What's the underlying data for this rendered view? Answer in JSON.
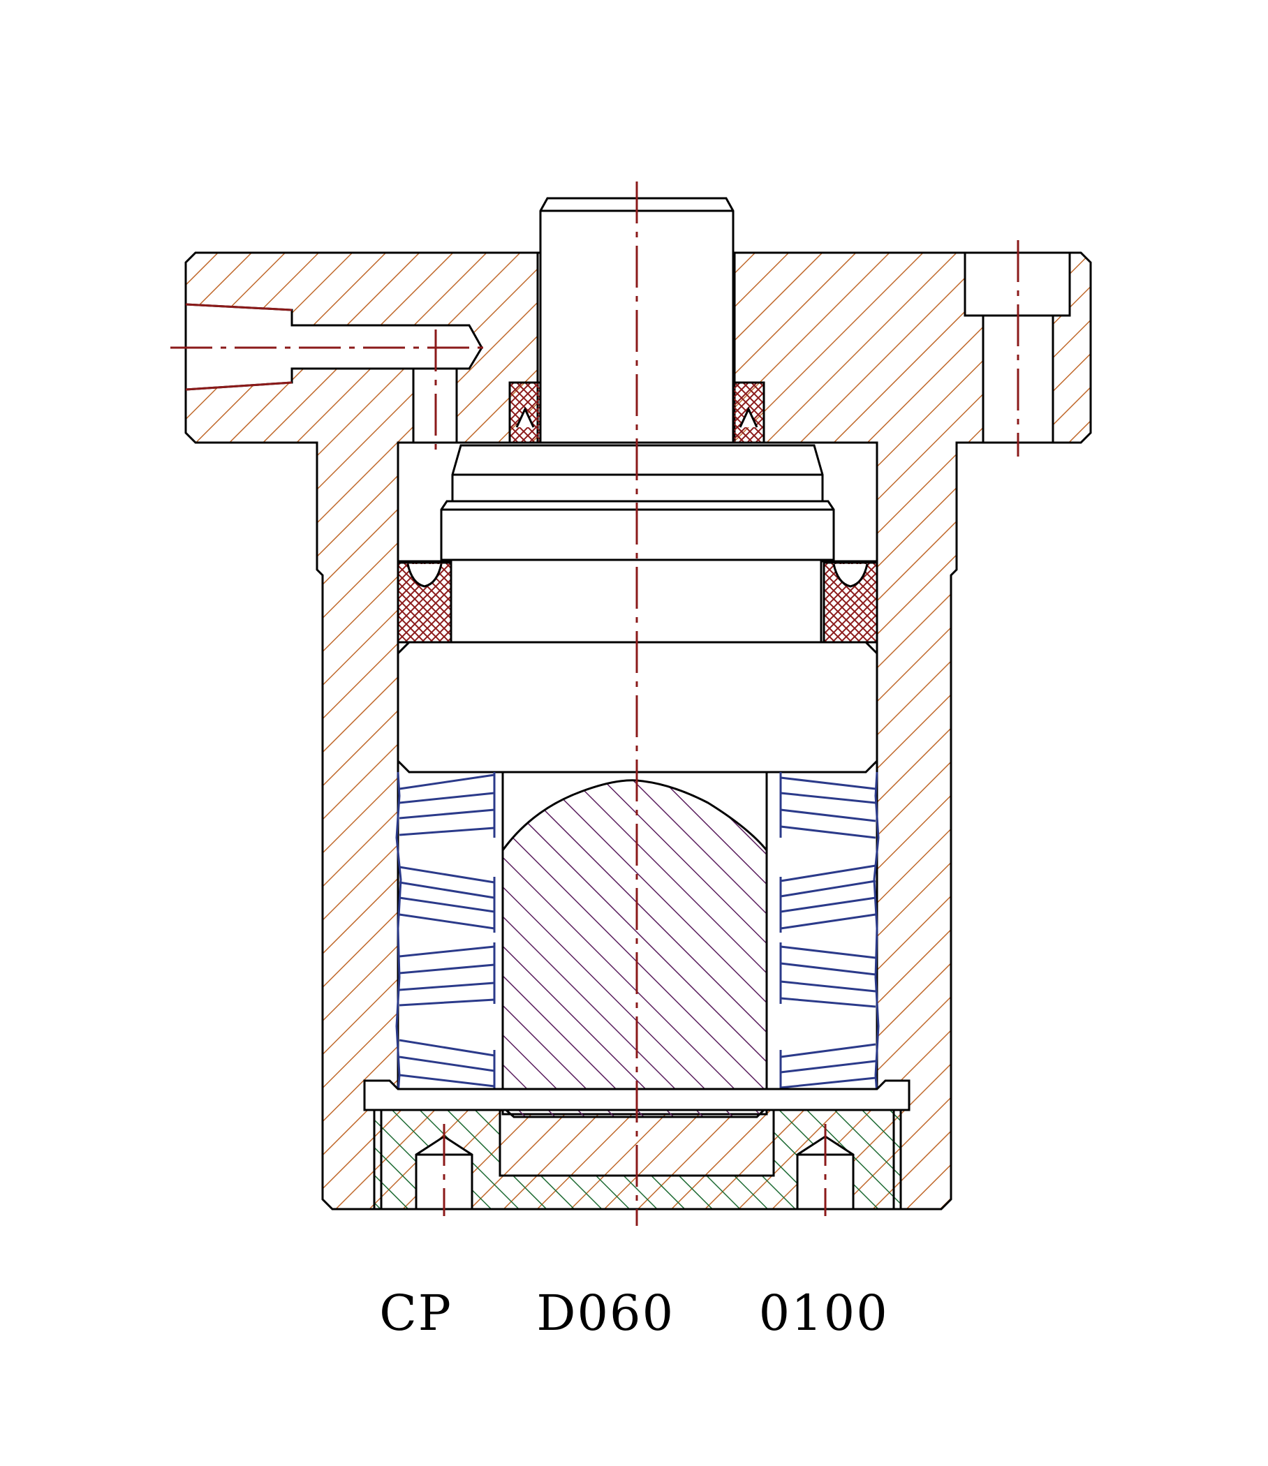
{
  "drawing": {
    "title": "CP  D060  0100",
    "colors": {
      "outline": "#000000",
      "housing_hatch": "#C0692C",
      "seal_crosshatch": "#8B1A1A",
      "gear_teeth": "#2B3A8A",
      "rotor_hatch": "#5A1E5E",
      "end_plate_hatch": "#1E6B34",
      "centerline": "#8B1A1A"
    },
    "icons": {
      "housing": "hatched-housing-section",
      "shaft": "drive-shaft",
      "seals": "crosshatched-seal-ring",
      "gear": "gerotor-gear-teeth",
      "rotor": "hatched-rotor",
      "end_plate": "hatched-end-plate"
    }
  }
}
